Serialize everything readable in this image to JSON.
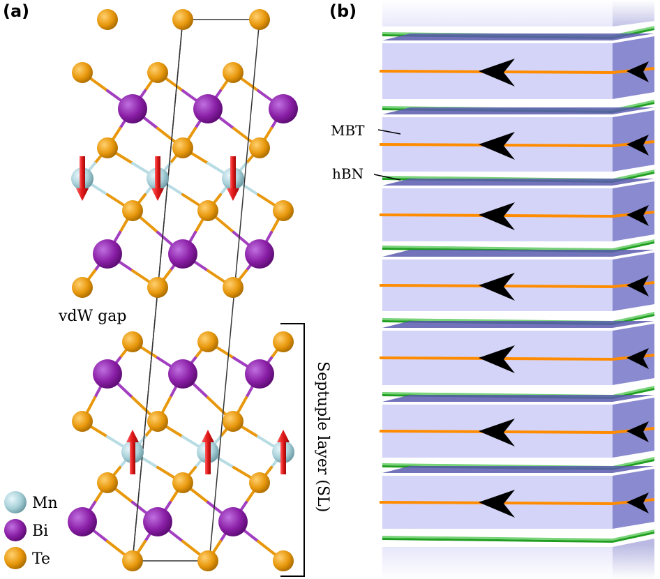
{
  "panel_a": {
    "label": "(a)",
    "vdw_gap_label": "vdW gap",
    "sl_label": "Septuple layer (SL)",
    "legend": [
      {
        "name": "Mn",
        "color": "#a8d0d8"
      },
      {
        "name": "Bi",
        "color": "#8a1fa6"
      },
      {
        "name": "Te",
        "color": "#e8980c"
      }
    ],
    "spin_arrow_color": "#e01818",
    "spin_directions": {
      "upper_layer": "down",
      "lower_layer": "up"
    }
  },
  "panel_b": {
    "label": "(b)",
    "mbt_label": "MBT",
    "hbn_label": "hBN",
    "mbt_color": "#d4d4f8",
    "hbn_color": "#1f9e1f",
    "edge_state_color": "#ff8c00",
    "edge_arrow_color": "#000000",
    "mbt_layer_count": 7,
    "hbn_layer_count": 8
  }
}
